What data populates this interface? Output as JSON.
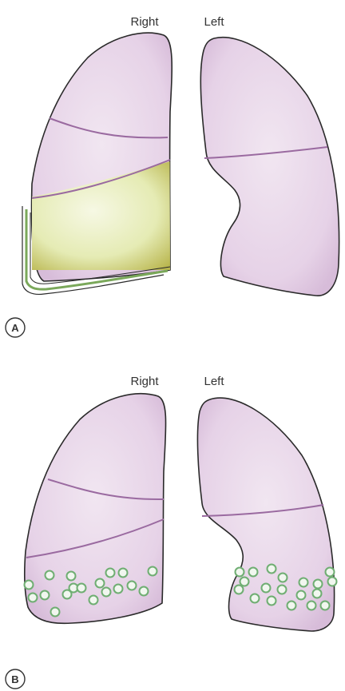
{
  "panel_a": {
    "label_right": "Right",
    "label_left": "Left",
    "badge": "A"
  },
  "panel_b": {
    "label_right": "Right",
    "label_left": "Left",
    "badge": "B"
  },
  "colors": {
    "lung_fill": "#ead8ea",
    "lung_outline": "#2a2a2a",
    "fissure": "#9a6aa0",
    "effusion_fill": "#dfe8a8",
    "effusion_shade": "#b9b64e",
    "pleura_line": "#7aa85a",
    "nodule_stroke": "#6fae72",
    "nodule_fill": "#f1f7ef"
  }
}
